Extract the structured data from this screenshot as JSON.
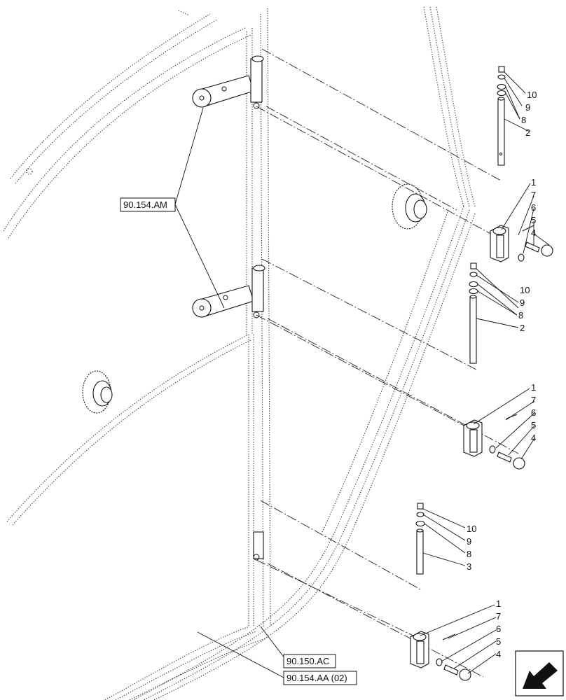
{
  "references": {
    "top": "90.154.AM",
    "bottom_a": "90.150.AC",
    "bottom_b": "90.154.AA (02)"
  },
  "callouts": {
    "group1": [
      "10",
      "9",
      "8",
      "2",
      "1",
      "7",
      "6",
      "5",
      "4"
    ],
    "group2": [
      "10",
      "9",
      "8",
      "2",
      "1",
      "7",
      "6",
      "5",
      "4"
    ],
    "group3": [
      "10",
      "9",
      "8",
      "3",
      "1",
      "7",
      "6",
      "5",
      "4"
    ]
  },
  "icons": {
    "nav": "arrow-back-icon"
  }
}
